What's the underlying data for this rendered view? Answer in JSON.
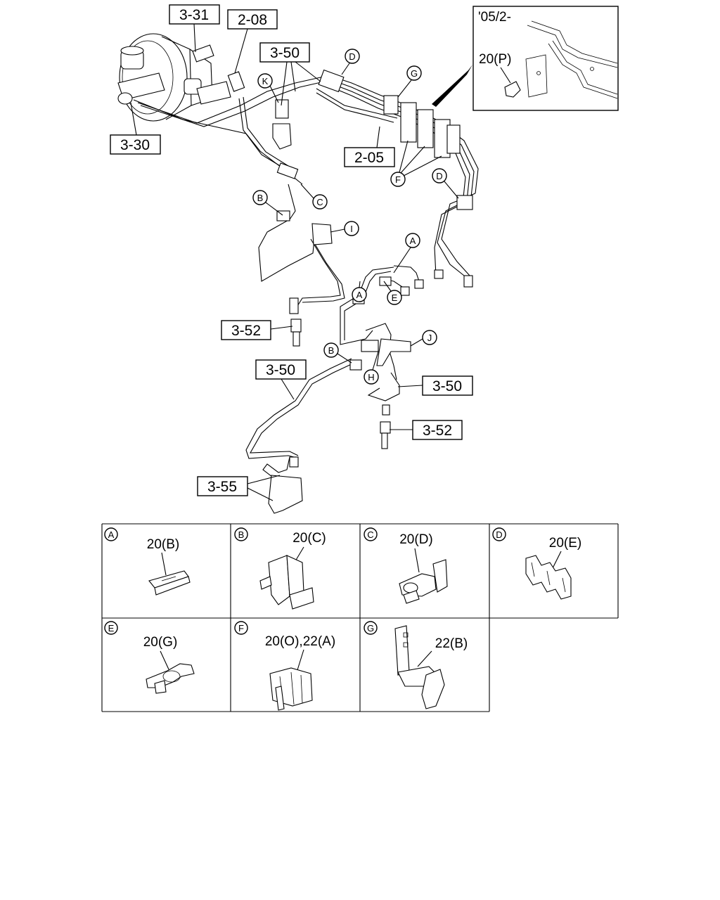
{
  "ref_labels": {
    "r331": "3-31",
    "r208": "2-08",
    "r350_top": "3-50",
    "r330": "3-30",
    "r205": "2-05",
    "r352_left": "3-52",
    "r350_mid": "3-50",
    "r350_right": "3-50",
    "r352_bottom": "3-52",
    "r355": "3-55"
  },
  "callouts": {
    "D1": "D",
    "G": "G",
    "K": "K",
    "C": "C",
    "B1": "B",
    "I": "I",
    "F": "F",
    "D2": "D",
    "A1": "A",
    "A2": "A",
    "E": "E",
    "J": "J",
    "B2": "B",
    "H": "H"
  },
  "inset": {
    "date_label": "'05/2-",
    "part_label": "20(P)"
  },
  "detail_panels": [
    {
      "letter": "A",
      "part": "20(B)"
    },
    {
      "letter": "B",
      "part": "20(C)"
    },
    {
      "letter": "C",
      "part": "20(D)"
    },
    {
      "letter": "D",
      "part": "20(E)"
    },
    {
      "letter": "E",
      "part": "20(G)"
    },
    {
      "letter": "F",
      "part": "20(O),22(A)"
    },
    {
      "letter": "G",
      "part": "22(B)"
    }
  ]
}
